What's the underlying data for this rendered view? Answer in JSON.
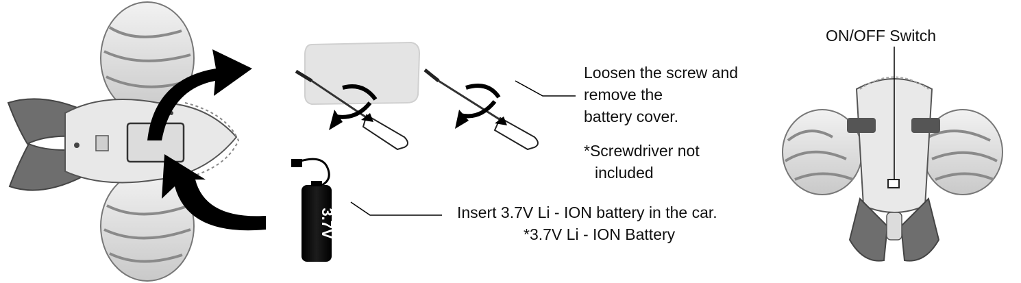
{
  "instructions": {
    "cover_step": {
      "lines": [
        "Loosen the screw and",
        "remove the",
        "battery cover."
      ],
      "note_lines": [
        "*Screwdriver not",
        "included"
      ]
    },
    "battery_step": {
      "lines": [
        "Insert 3.7V Li - ION battery in the car.",
        "*3.7V Li - ION Battery"
      ]
    },
    "switch_label": "ON/OFF Switch",
    "battery_label": "3.7V"
  }
}
